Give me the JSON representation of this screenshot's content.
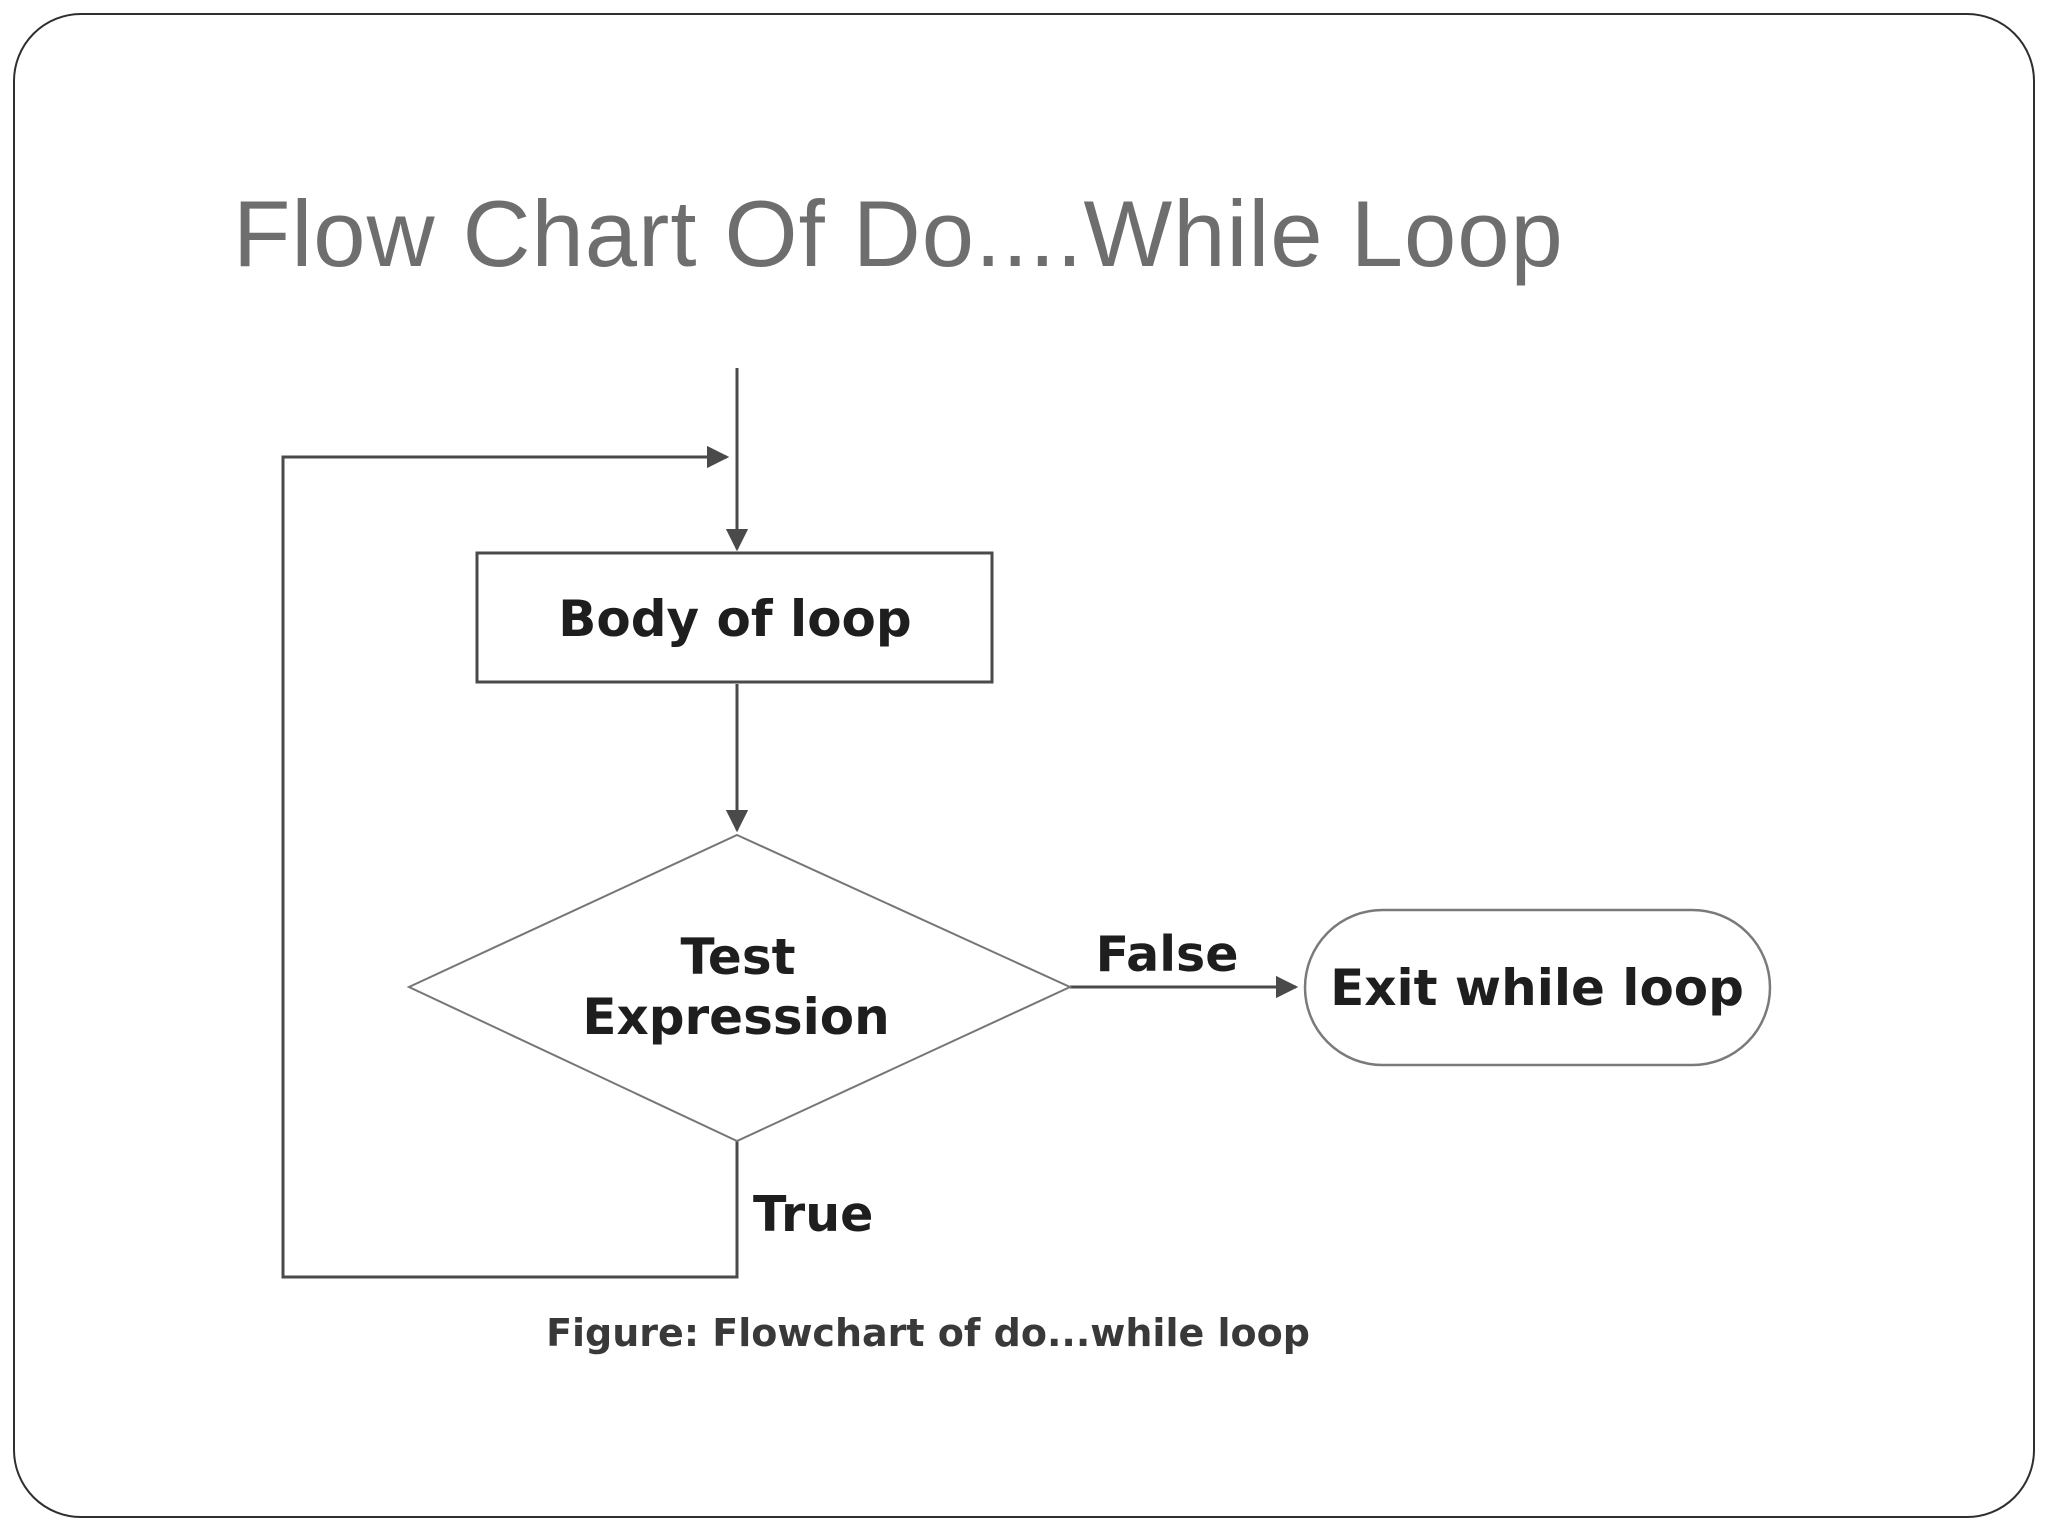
{
  "slide": {
    "title": "Flow Chart Of Do....While Loop",
    "caption": "Figure: Flowchart of do...while loop"
  },
  "flowchart": {
    "nodes": {
      "body": {
        "shape": "rectangle",
        "label": "Body of loop"
      },
      "decision": {
        "shape": "diamond",
        "label_line1": "Test",
        "label_line2": "Expression"
      },
      "exit": {
        "shape": "stadium",
        "label": "Exit while loop"
      }
    },
    "edges": {
      "false_label": "False",
      "true_label": "True"
    },
    "colors": {
      "background": "#ffffff",
      "slide_border": "#2f2f2f",
      "title_text": "#6e6e6e",
      "connector_line": "#4a4a4a",
      "rect_stroke": "#4a4a4a",
      "diamond_stroke": "#767676",
      "stadium_stroke": "#7a7a7a",
      "node_text": "#1e1e1e",
      "caption_text": "#393939"
    }
  }
}
